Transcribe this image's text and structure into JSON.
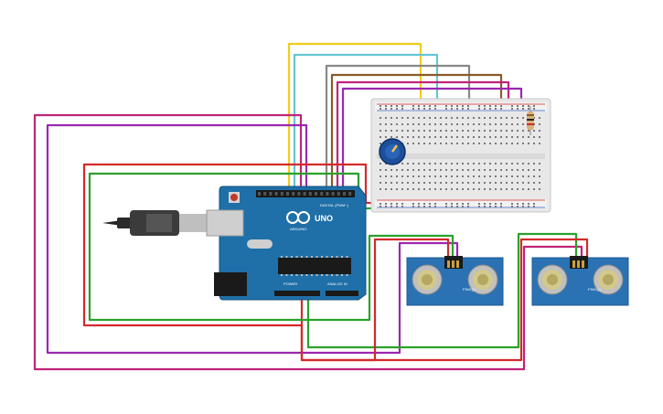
{
  "arduino": {
    "model_label": "UNO",
    "brand_label": "ARDUINO",
    "digital_header_label": "DIGITAL (PWM~)",
    "power_header_label": "POWER",
    "analog_header_label": "ANALOG IN",
    "board_color": "#1f6fa8"
  },
  "sensors": [
    {
      "model_label": "PING)))",
      "board_color": "#2a72b3"
    },
    {
      "model_label": "PING)))",
      "board_color": "#2a72b3"
    }
  ],
  "breadboard": {
    "color": "#e8e8e8"
  },
  "potentiometer": {
    "color": "#1d4f9c"
  },
  "wire_colors": {
    "red": "#d42a2a",
    "green": "#2aa12a",
    "magenta": "#c0237a",
    "purple": "#9b27b0",
    "yellow": "#f2cc1a",
    "cyan": "#66c5d4",
    "gray": "#888888",
    "brown": "#8a5a2b"
  }
}
